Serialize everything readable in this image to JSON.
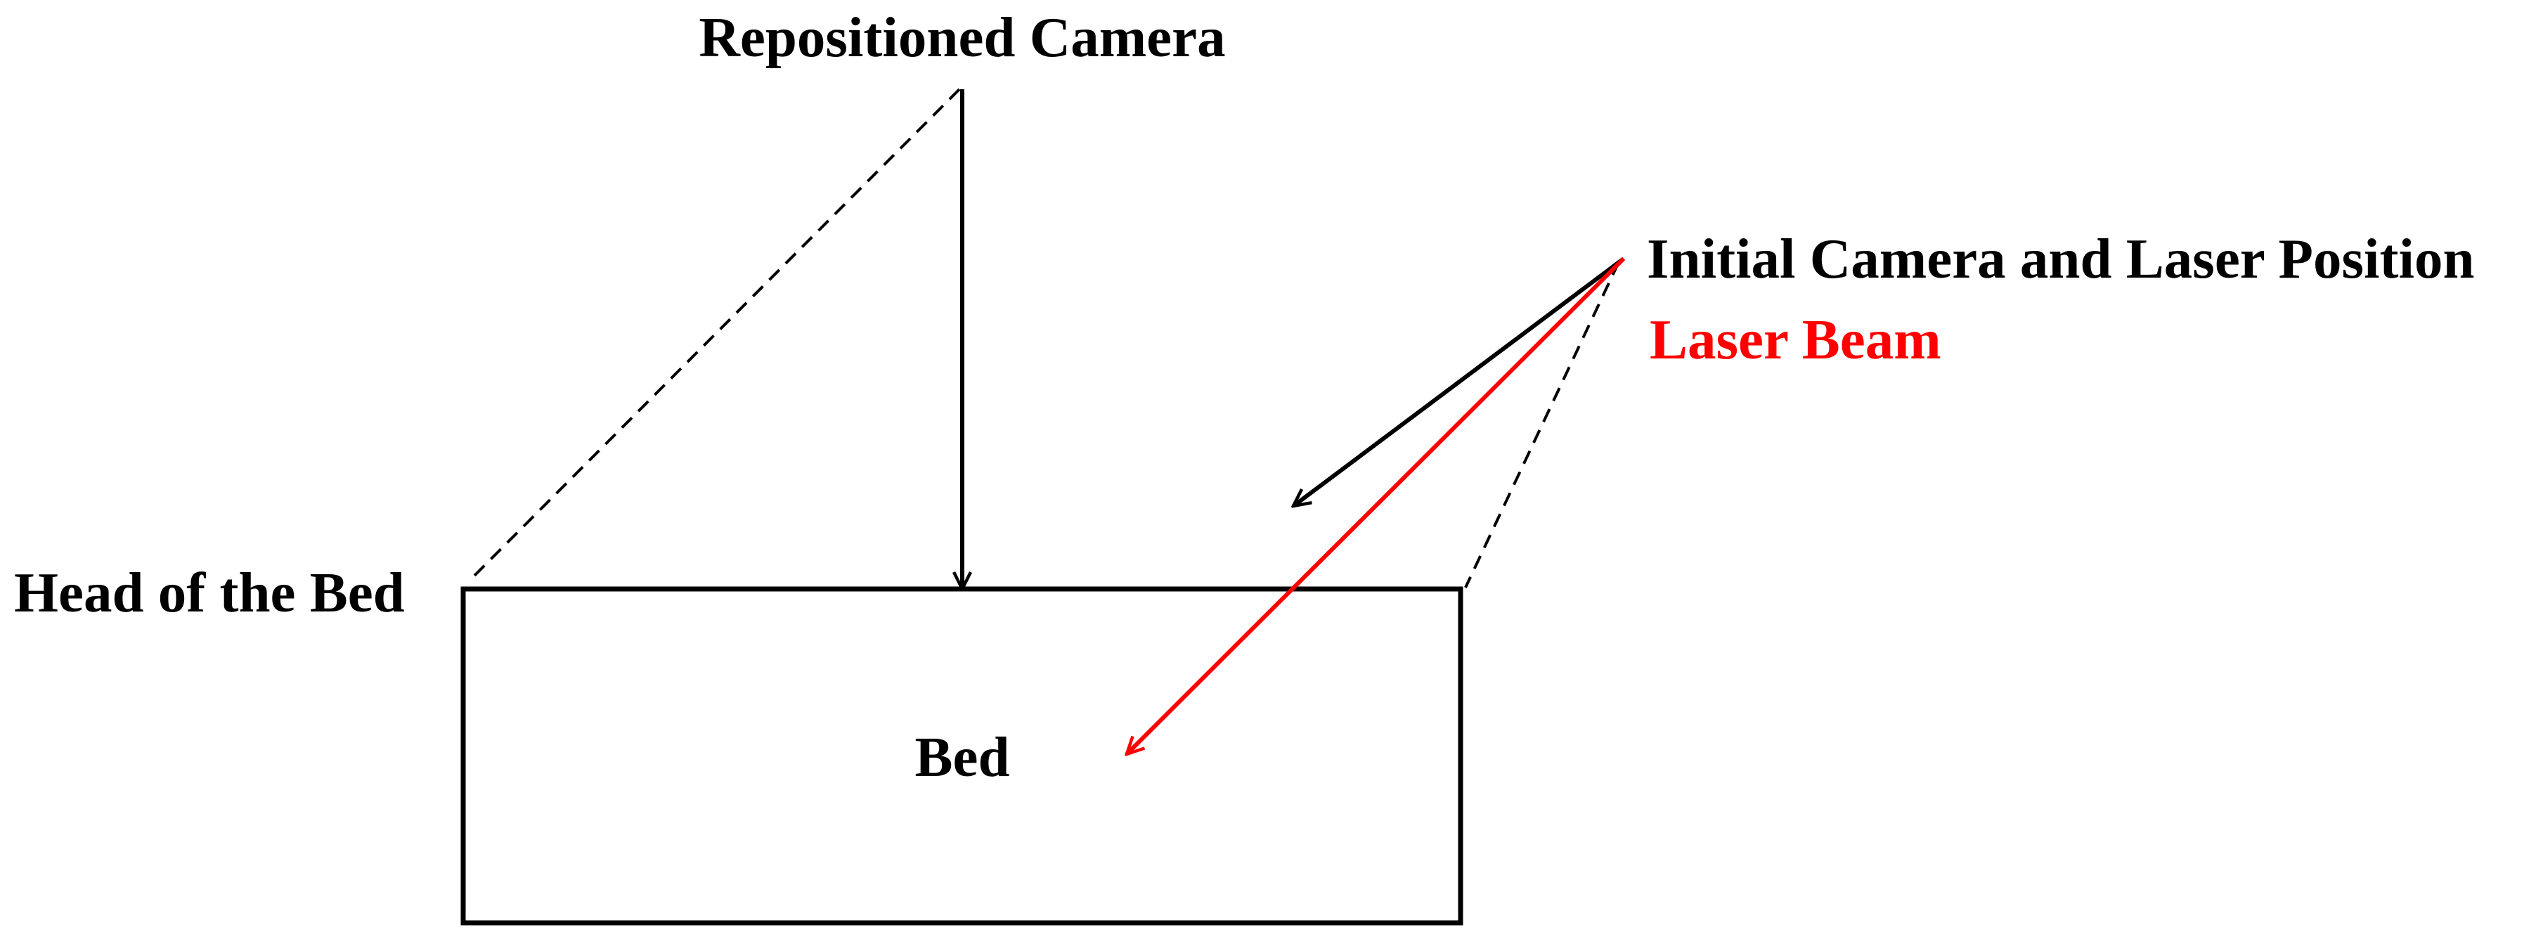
{
  "labels": {
    "repositioned_camera": "Repositioned Camera",
    "initial_position": "Initial Camera and Laser Position",
    "laser_beam": "Laser Beam",
    "head_of_bed": "Head of the Bed",
    "bed": "Bed"
  },
  "colors": {
    "line": "#000000",
    "laser": "#ff0000",
    "background": "#ffffff"
  }
}
